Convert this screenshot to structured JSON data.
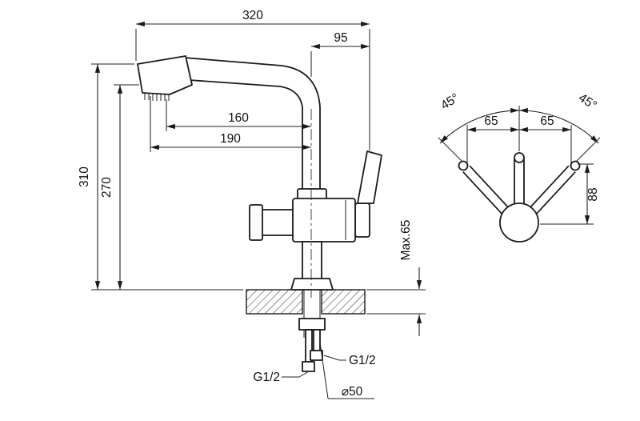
{
  "meta": {
    "background": "#ffffff",
    "line_color": "#1a1a1a",
    "drawing_type": "faucet-dimensional-drawing"
  },
  "side_view": {
    "width_overall": "320",
    "width_spout_to_handle": "95",
    "reach_inner": "160",
    "reach_outer": "190",
    "height_overall": "310",
    "height_spout": "270",
    "counter_max": "Max.65",
    "thread_left": "G1/2",
    "thread_right": "G1/2",
    "hole_diameter": "⌀50"
  },
  "top_view": {
    "angle_left": "45°",
    "angle_right": "45°",
    "span_left": "65",
    "span_right": "65",
    "handle_height": "88"
  }
}
